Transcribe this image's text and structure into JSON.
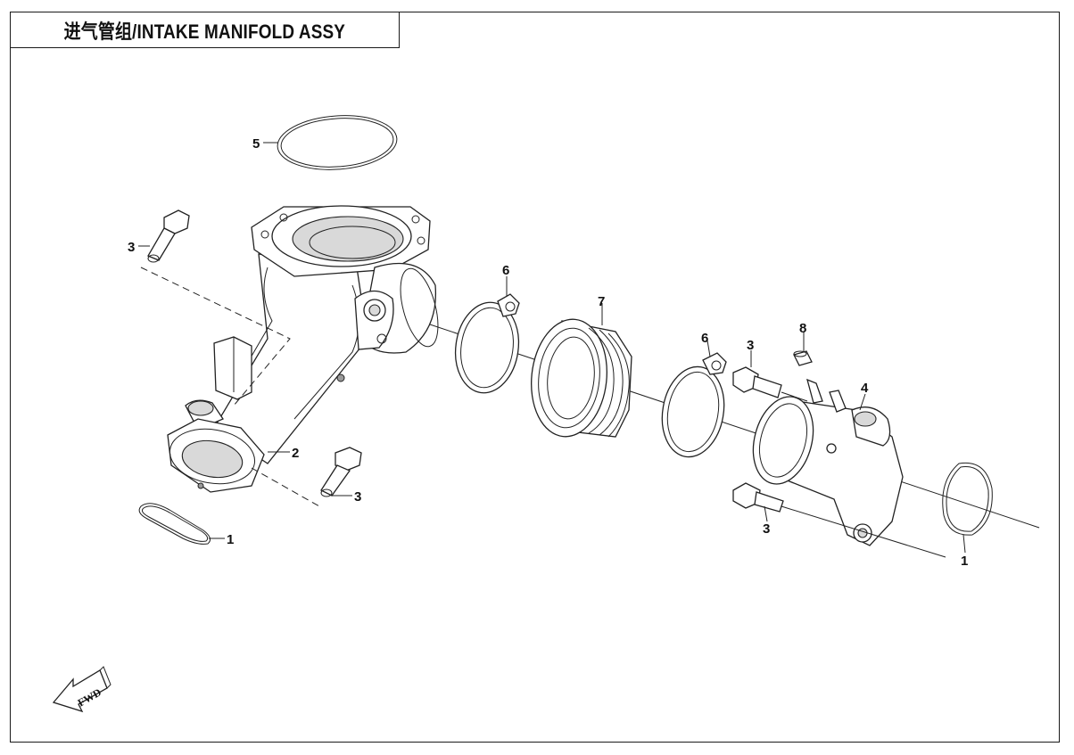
{
  "title": "进气管组/INTAKE MANIFOLD ASSY",
  "callouts": {
    "c1a": "1",
    "c1b": "1",
    "c2": "2",
    "c3a": "3",
    "c3b": "3",
    "c3c": "3",
    "c3d": "3",
    "c4": "4",
    "c5": "5",
    "c6a": "6",
    "c6b": "6",
    "c7": "7",
    "c8": "8"
  },
  "fwd_label": "FWD"
}
